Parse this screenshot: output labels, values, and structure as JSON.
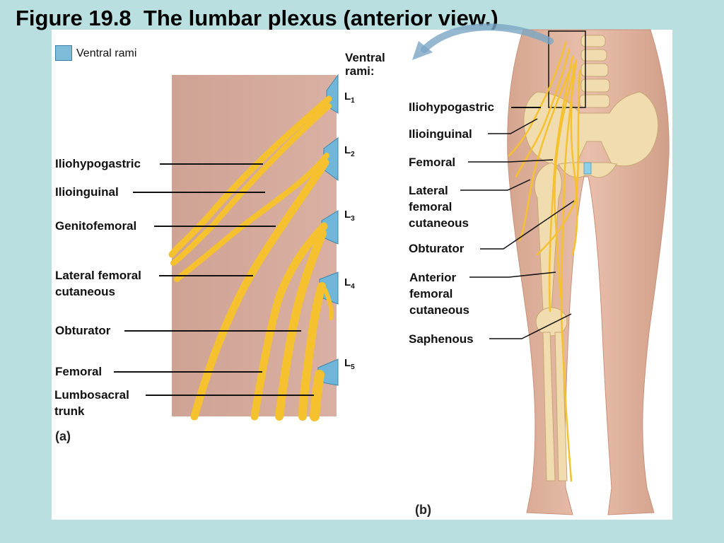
{
  "title": "Figure 19.8  The lumbar plexus (anterior view.)",
  "legend": {
    "label": "Ventral rami",
    "color": "#7fbcd9"
  },
  "ventral_rami_header": [
    "Ventral",
    "rami:"
  ],
  "levels": [
    "L",
    "L",
    "L",
    "L",
    "L"
  ],
  "level_subs": [
    "1",
    "2",
    "3",
    "4",
    "5"
  ],
  "panel_a": {
    "tag": "(a)",
    "labels": {
      "iliohypogastric": "Iliohypogastric",
      "ilioinguinal": "Ilioinguinal",
      "genitofemoral": "Genitofemoral",
      "lateral_femoral_1": "Lateral femoral",
      "lateral_femoral_2": "cutaneous",
      "obturator": "Obturator",
      "femoral": "Femoral",
      "lumbosacral_1": "Lumbosacral",
      "lumbosacral_2": "trunk"
    }
  },
  "panel_b": {
    "tag": "(b)",
    "labels": {
      "iliohypogastric": "Iliohypogastric",
      "ilioinguinal": "Ilioinguinal",
      "femoral": "Femoral",
      "lateral_1": "Lateral",
      "lateral_2": "femoral",
      "lateral_3": "cutaneous",
      "obturator": "Obturator",
      "anterior_1": "Anterior",
      "anterior_2": "femoral",
      "anterior_3": "cutaneous",
      "saphenous": "Saphenous"
    }
  },
  "colors": {
    "background": "#b9dfe1",
    "nerve": "#f5c12e",
    "tissue": "#d4a898",
    "skin": "#e2b39f",
    "bone": "#f1dcb0",
    "rami": "#6fb6d8"
  }
}
